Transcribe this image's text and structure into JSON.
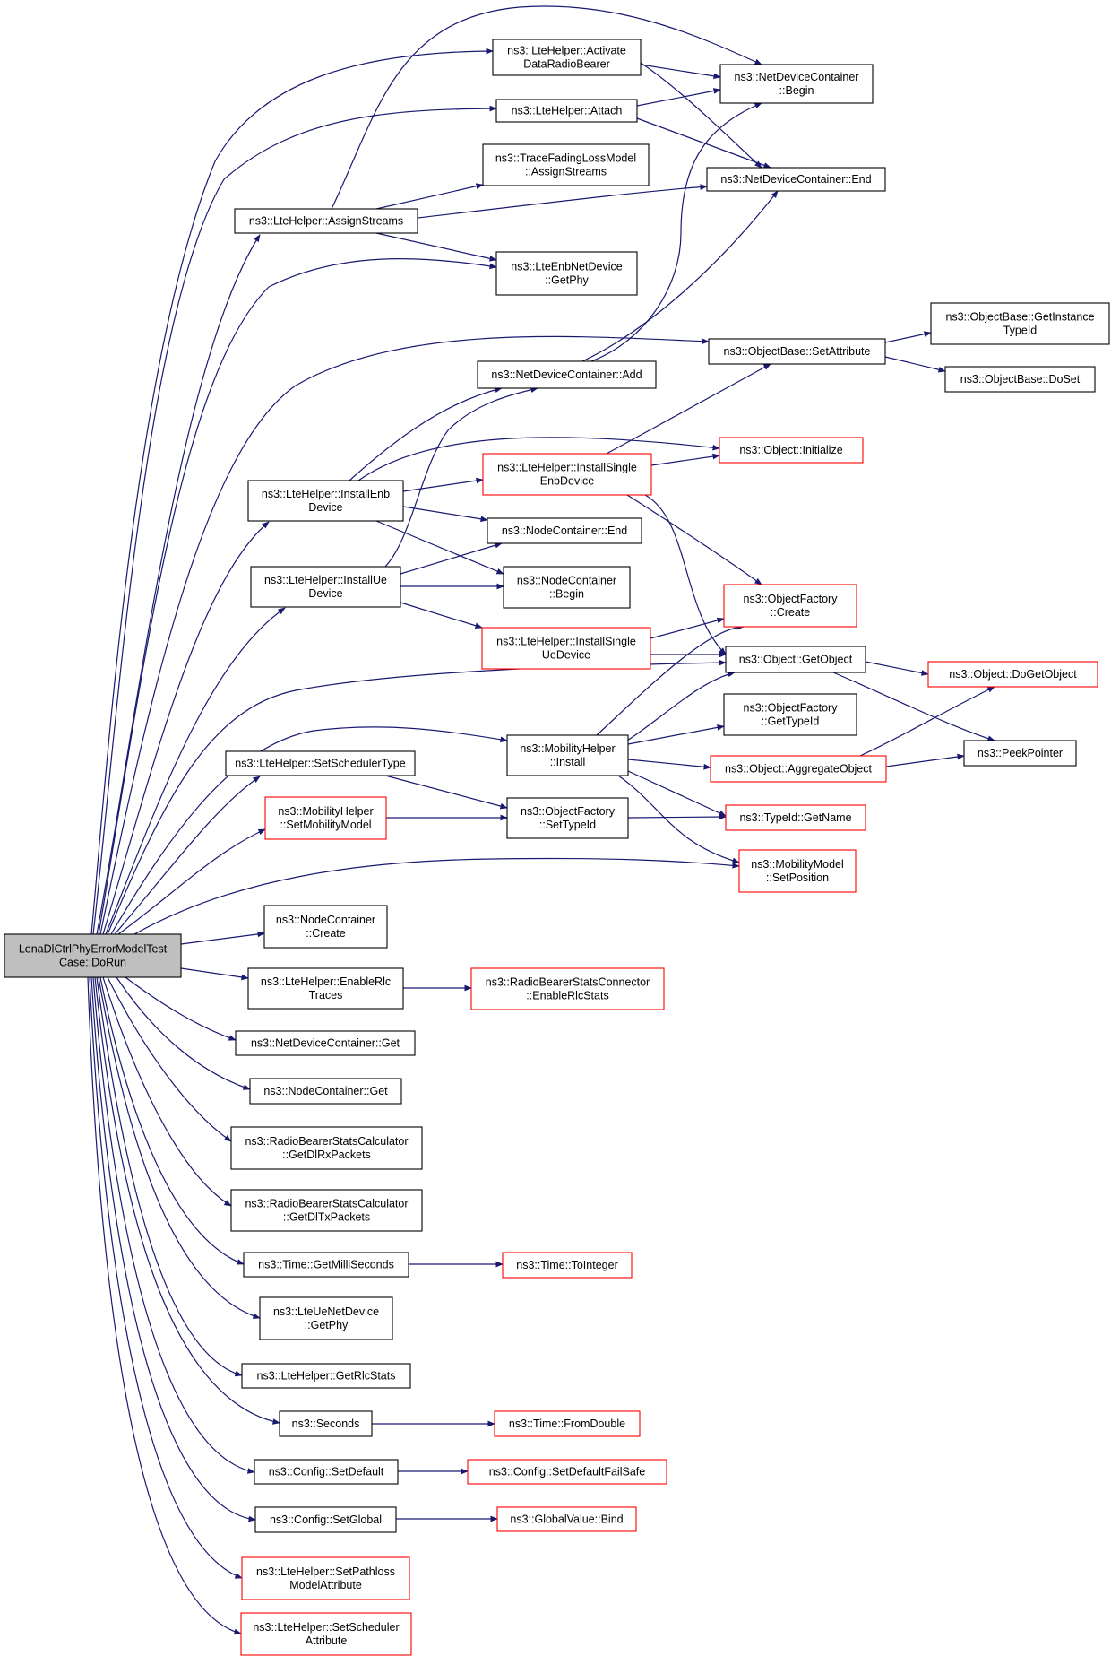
{
  "colors": {
    "edge": "#191970",
    "box": "#000000",
    "red_box": "#ff0000",
    "root_fill": "#bfbfbf"
  },
  "nodes": {
    "root": [
      "LenaDlCtrlPhyErrorModelTest",
      "Case::DoRun"
    ],
    "activate": [
      "ns3::LteHelper::Activate",
      "DataRadioBearer"
    ],
    "ndc_begin": [
      "ns3::NetDeviceContainer",
      "::Begin"
    ],
    "attach": [
      "ns3::LteHelper::Attach"
    ],
    "ndc_end": [
      "ns3::NetDeviceContainer::End"
    ],
    "tracefading": [
      "ns3::TraceFadingLossModel",
      "::AssignStreams"
    ],
    "assignstreams": [
      "ns3::LteHelper::AssignStreams"
    ],
    "enb_getphy": [
      "ns3::LteEnbNetDevice",
      "::GetPhy"
    ],
    "ob_getinstance": [
      "ns3::ObjectBase::GetInstance",
      "TypeId"
    ],
    "ob_setattr": [
      "ns3::ObjectBase::SetAttribute"
    ],
    "ndc_add": [
      "ns3::NetDeviceContainer::Add"
    ],
    "ob_doset": [
      "ns3::ObjectBase::DoSet"
    ],
    "obj_init": [
      "ns3::Object::Initialize"
    ],
    "installsingleenb": [
      "ns3::LteHelper::InstallSingle",
      "EnbDevice"
    ],
    "installenb": [
      "ns3::LteHelper::InstallEnb",
      "Device"
    ],
    "nc_end": [
      "ns3::NodeContainer::End"
    ],
    "installue": [
      "ns3::LteHelper::InstallUe",
      "Device"
    ],
    "nc_begin": [
      "ns3::NodeContainer",
      "::Begin"
    ],
    "of_create": [
      "ns3::ObjectFactory",
      "::Create"
    ],
    "installsingleue": [
      "ns3::LteHelper::InstallSingle",
      "UeDevice"
    ],
    "obj_getobject": [
      "ns3::Object::GetObject"
    ],
    "obj_dogetobject": [
      "ns3::Object::DoGetObject"
    ],
    "of_gettypeid": [
      "ns3::ObjectFactory",
      "::GetTypeId"
    ],
    "mh_install": [
      "ns3::MobilityHelper",
      "::Install"
    ],
    "peekpointer": [
      "ns3::PeekPointer"
    ],
    "obj_aggregate": [
      "ns3::Object::AggregateObject"
    ],
    "setschedtype": [
      "ns3::LteHelper::SetSchedulerType"
    ],
    "mh_setmob": [
      "ns3::MobilityHelper",
      "::SetMobilityModel"
    ],
    "of_settypeid": [
      "ns3::ObjectFactory",
      "::SetTypeId"
    ],
    "typeid_getname": [
      "ns3::TypeId::GetName"
    ],
    "mm_setpos": [
      "ns3::MobilityModel",
      "::SetPosition"
    ],
    "nc_create": [
      "ns3::NodeContainer",
      "::Create"
    ],
    "enablerlc": [
      "ns3::LteHelper::EnableRlc",
      "Traces"
    ],
    "rbsc_enable": [
      "ns3::RadioBearerStatsConnector",
      "::EnableRlcStats"
    ],
    "ndc_get": [
      "ns3::NetDeviceContainer::Get"
    ],
    "nc_get": [
      "ns3::NodeContainer::Get"
    ],
    "rbstat_rx": [
      "ns3::RadioBearerStatsCalculator",
      "::GetDlRxPackets"
    ],
    "rbstat_tx": [
      "ns3::RadioBearerStatsCalculator",
      "::GetDlTxPackets"
    ],
    "time_getms": [
      "ns3::Time::GetMilliSeconds"
    ],
    "time_toint": [
      "ns3::Time::ToInteger"
    ],
    "ue_getphy": [
      "ns3::LteUeNetDevice",
      "::GetPhy"
    ],
    "getrlcstats": [
      "ns3::LteHelper::GetRlcStats"
    ],
    "seconds": [
      "ns3::Seconds"
    ],
    "time_fromdouble": [
      "ns3::Time::FromDouble"
    ],
    "cfg_setdefault": [
      "ns3::Config::SetDefault"
    ],
    "cfg_setdefaultfs": [
      "ns3::Config::SetDefaultFailSafe"
    ],
    "cfg_setglobal": [
      "ns3::Config::SetGlobal"
    ],
    "gv_bind": [
      "ns3::GlobalValue::Bind"
    ],
    "setpathloss": [
      "ns3::LteHelper::SetPathloss",
      "ModelAttribute"
    ],
    "setschedattr": [
      "ns3::LteHelper::SetScheduler",
      "Attribute"
    ]
  }
}
